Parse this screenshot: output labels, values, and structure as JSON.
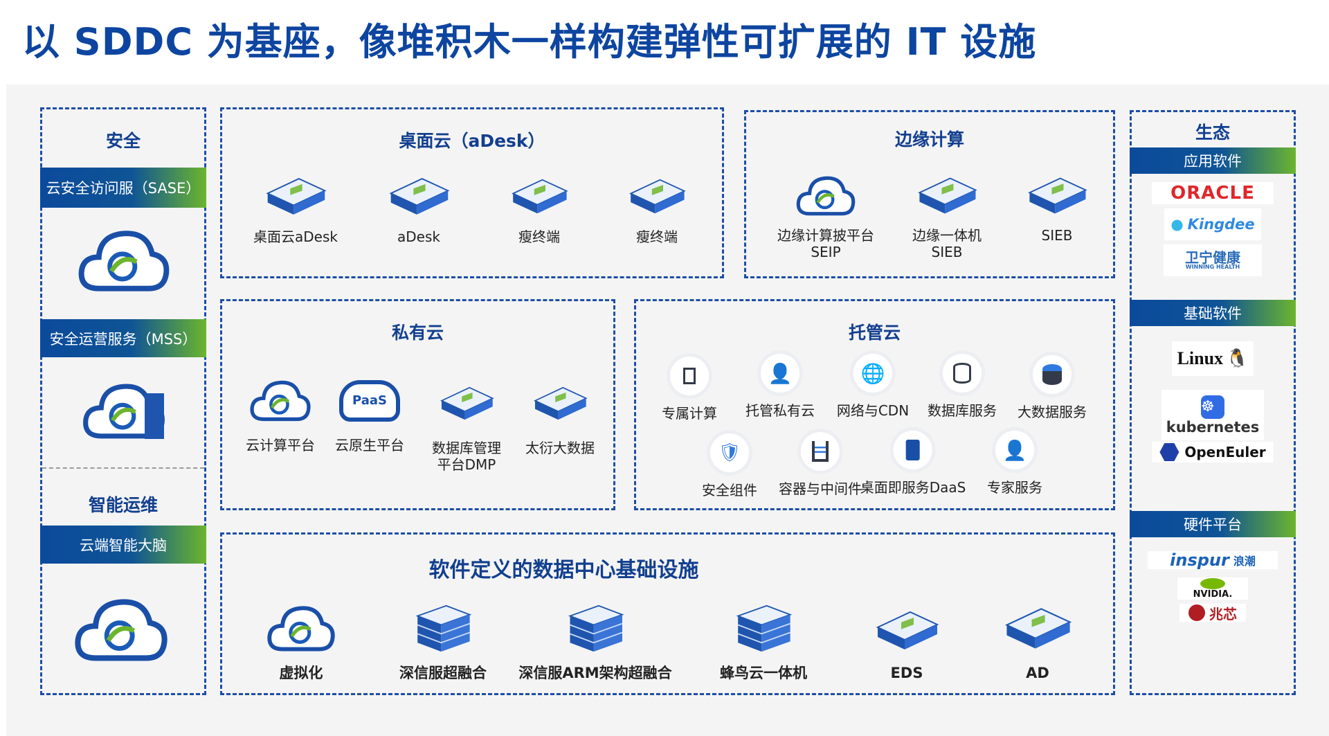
{
  "title": "以 SDDC 为基座，像堆积木一样构建弹性可扩展的 IT 设施",
  "security": {
    "title": "安全",
    "bars": [
      "云安全访问服（SASE）",
      "安全运营服务（MSS）"
    ],
    "ops_title": "智能运维",
    "ops_bar": "云端智能大脑"
  },
  "desktop": {
    "title": "桌面云（aDesk）",
    "items": [
      "桌面云aDesk",
      "aDesk",
      "瘦终端",
      "瘦终端"
    ]
  },
  "edge": {
    "title": "边缘计算",
    "items": [
      "边缘计算披平台\nSEIP",
      "边缘一体机\nSIEB",
      "SIEB"
    ],
    "items_l1": [
      "边缘计算披平台",
      "边缘一体机",
      "SIEB"
    ],
    "items_l2": [
      "SEIP",
      "SIEB",
      ""
    ]
  },
  "private": {
    "title": "私有云",
    "items": [
      "云计算平台",
      "云原生平台",
      "数据库管理",
      "太衍大数据"
    ],
    "item3_l2": "平台DMP",
    "paas": "PaaS"
  },
  "managed": {
    "title": "托管云",
    "row1": [
      "专属计算",
      "托管私有云",
      "网络与CDN",
      "数据库服务",
      "大数据服务"
    ],
    "row2": [
      "安全组件",
      "容器与中间件",
      "桌面即服务DaaS",
      "专家服务"
    ]
  },
  "sddc": {
    "title": "软件定义的数据中心基础设施",
    "items": [
      "虚拟化",
      "深信服超融合",
      "深信服ARM架构超融合",
      "蜂鸟云一体机",
      "EDS",
      "AD"
    ]
  },
  "eco": {
    "title": "生态",
    "sections": [
      "应用软件",
      "基础软件",
      "硬件平台"
    ],
    "logos": {
      "oracle": "ORACLE",
      "kingdee": "Kingdee",
      "winning": "卫宁健康",
      "winning_en": "WINNING HEALTH",
      "linux": "Linux",
      "k8s": "kubernetes",
      "openeuler": "OpenEuler",
      "inspur": "inspur",
      "inspur_cn": "浪潮",
      "nvidia": "NVIDIA.",
      "zhaoxin": "兆芯"
    }
  },
  "colors": {
    "brand": "#0d45a0",
    "green": "#6cb52d"
  }
}
